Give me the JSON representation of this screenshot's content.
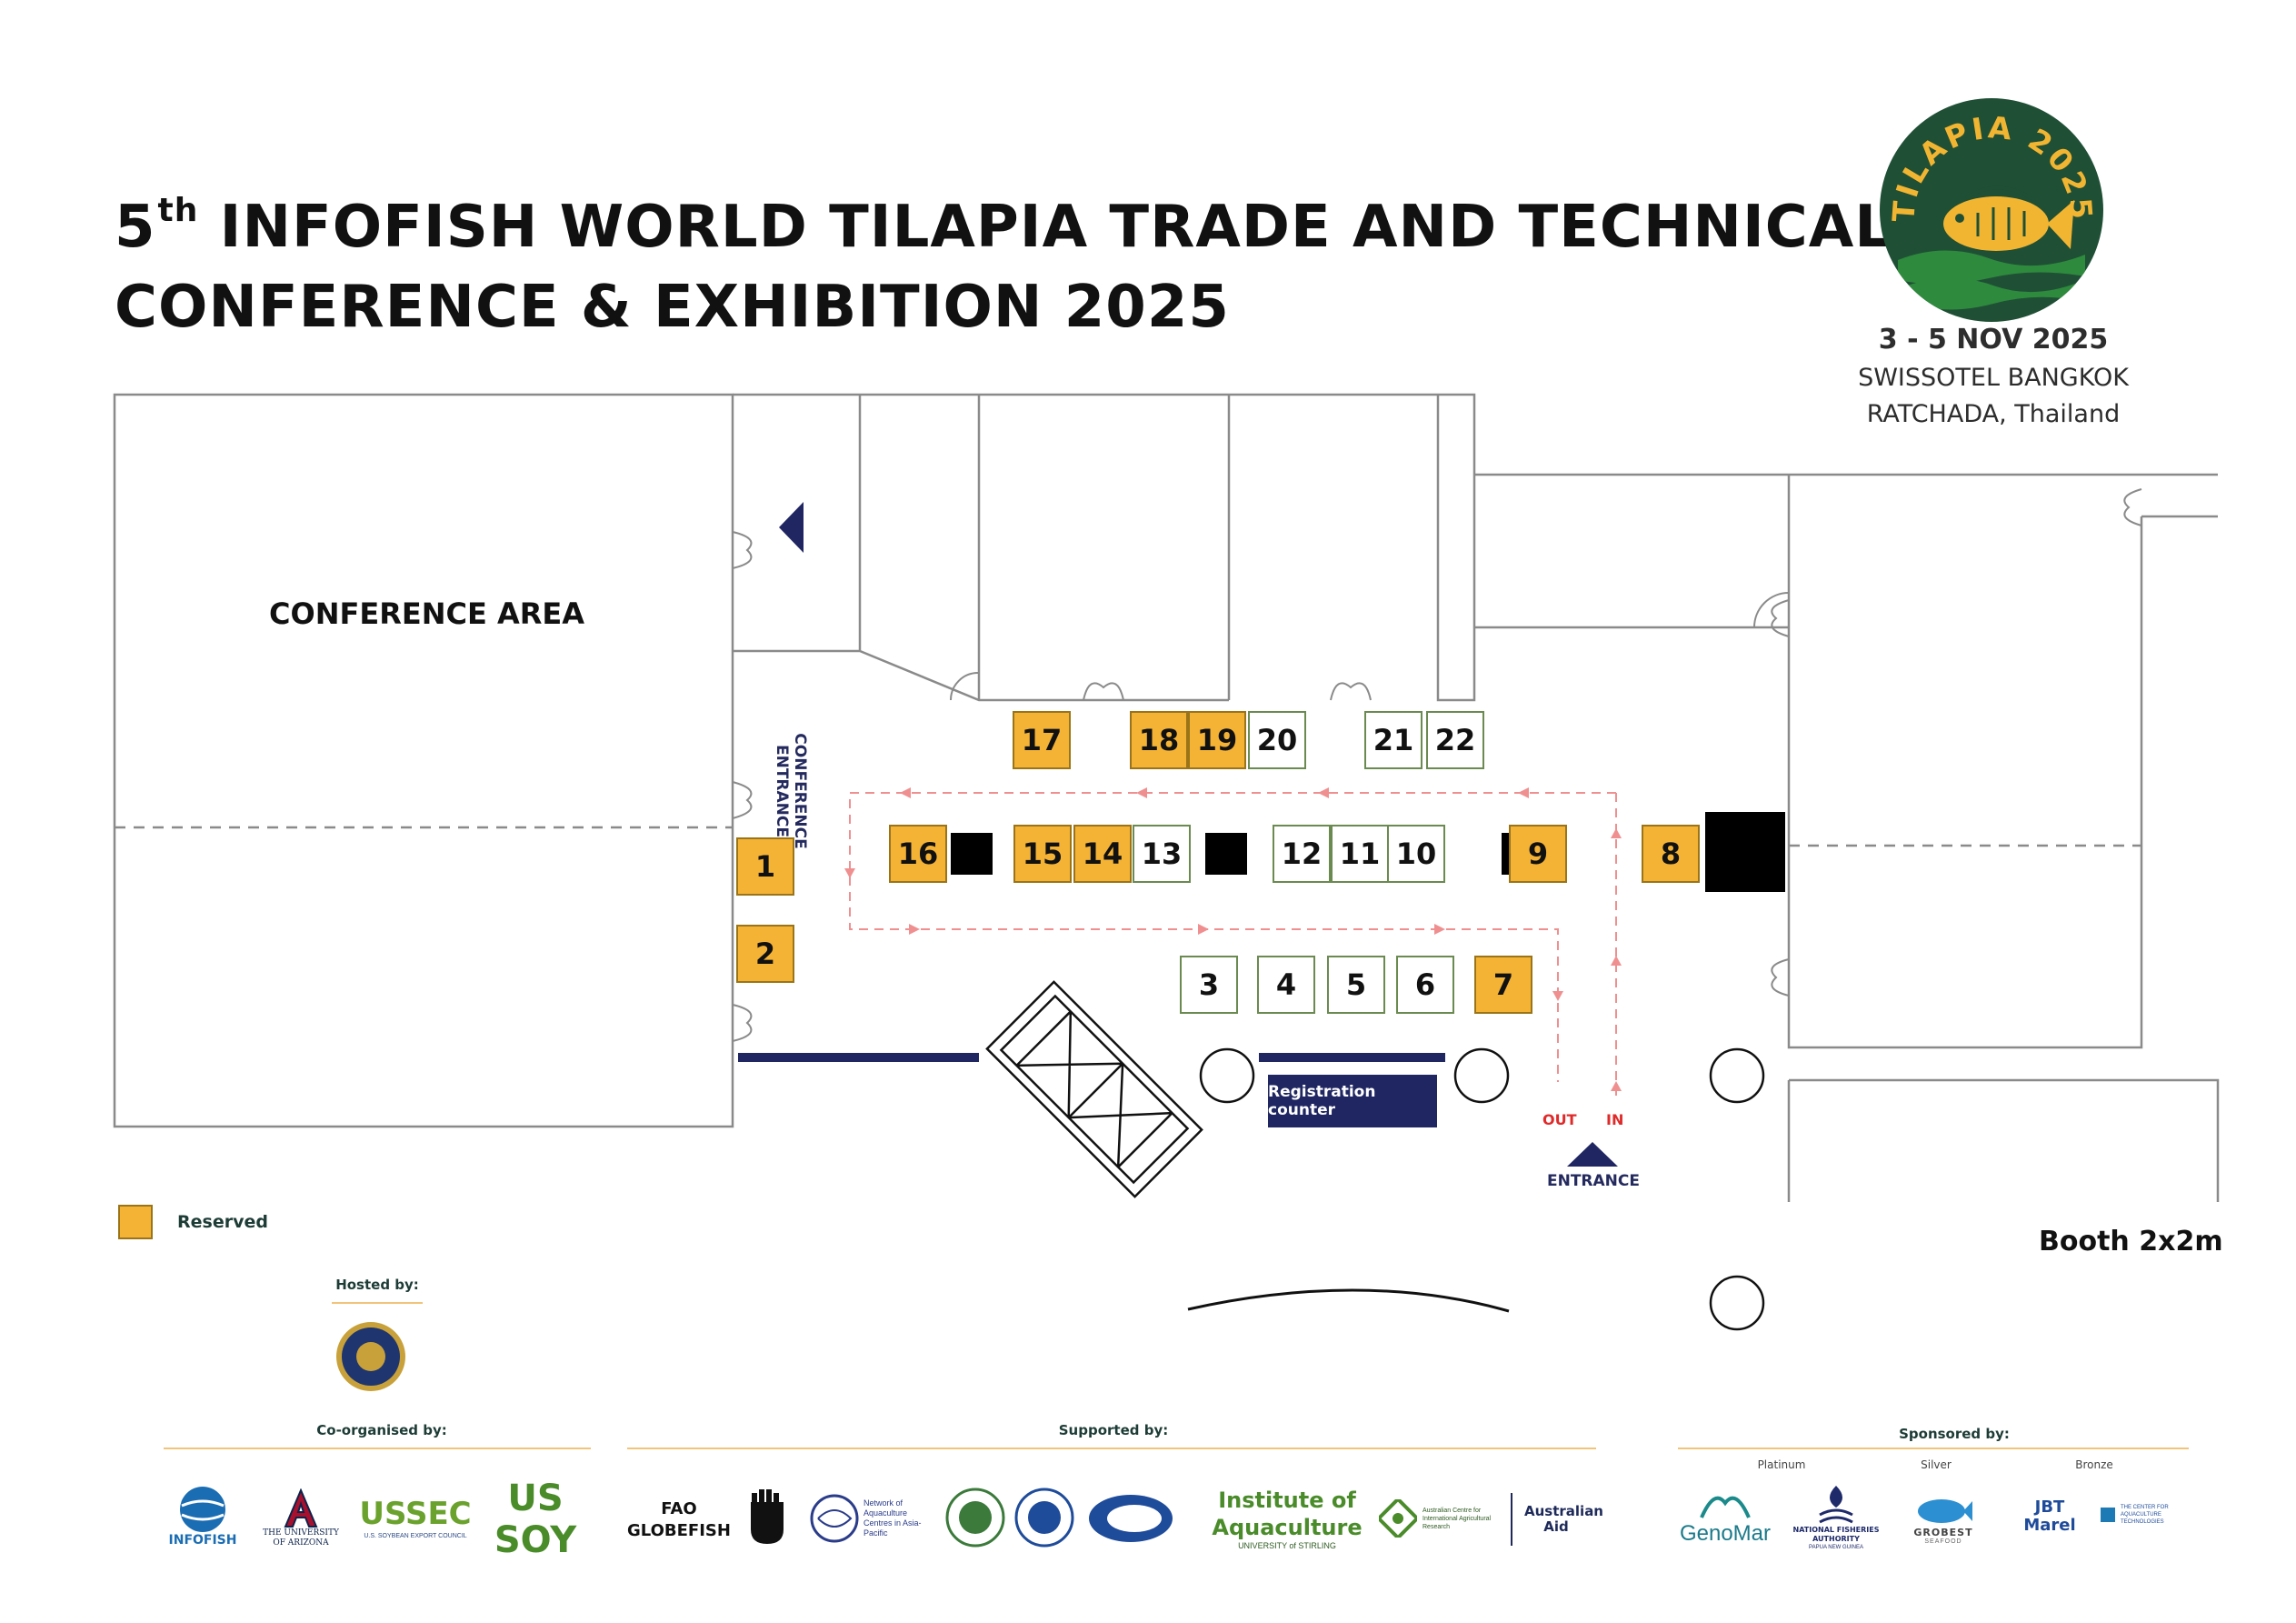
{
  "header": {
    "title_number": "5",
    "title_suffix": "th",
    "title_line1_rest": "INFOFISH WORLD TILAPIA TRADE AND TECHNICAL",
    "title_line2": "CONFERENCE & EXHIBITION 2025"
  },
  "seal": {
    "text": "TILAPIA 2025",
    "colors": {
      "background": "#1f4f35",
      "accent": "#f2b531",
      "wave": "#2e8a3d"
    }
  },
  "event": {
    "dates": "3 - 5 NOV 2025",
    "venue_line1": "SWISSOTEL BANGKOK",
    "venue_line2": "RATCHADA, Thailand"
  },
  "floorplan": {
    "conference_area": "CONFERENCE AREA",
    "conference_entrance": "CONFERENCE ENTRANCE",
    "registration_counter": "Registration counter",
    "flow_out": "OUT",
    "flow_in": "IN",
    "entrance": "ENTRANCE",
    "booth_size": "Booth 2x2m",
    "booths": [
      {
        "number": "1",
        "reserved": true
      },
      {
        "number": "2",
        "reserved": true
      },
      {
        "number": "3",
        "reserved": false
      },
      {
        "number": "4",
        "reserved": false
      },
      {
        "number": "5",
        "reserved": false
      },
      {
        "number": "6",
        "reserved": false
      },
      {
        "number": "7",
        "reserved": true
      },
      {
        "number": "8",
        "reserved": true
      },
      {
        "number": "9",
        "reserved": true
      },
      {
        "number": "10",
        "reserved": false
      },
      {
        "number": "11",
        "reserved": false
      },
      {
        "number": "12",
        "reserved": false
      },
      {
        "number": "13",
        "reserved": false
      },
      {
        "number": "14",
        "reserved": true
      },
      {
        "number": "15",
        "reserved": true
      },
      {
        "number": "16",
        "reserved": true
      },
      {
        "number": "17",
        "reserved": true
      },
      {
        "number": "18",
        "reserved": true
      },
      {
        "number": "19",
        "reserved": true
      },
      {
        "number": "20",
        "reserved": false
      },
      {
        "number": "21",
        "reserved": false
      },
      {
        "number": "22",
        "reserved": false
      }
    ],
    "colors": {
      "reserved": "#f5b335",
      "walls": "#8a8a8a",
      "flow_arrows": "#f08f8f",
      "navy": "#1f2661"
    }
  },
  "legend": {
    "reserved_label": "Reserved"
  },
  "footer": {
    "hosted_by": "Hosted by:",
    "co_organised_by": "Co-organised by:",
    "supported_by": "Supported by:",
    "sponsored_by": "Sponsored by:",
    "co_organisers": [
      "INFOFISH",
      "THE UNIVERSITY OF ARIZONA",
      "USSEC",
      "U.S. SOYBEAN EXPORT COUNCIL",
      "US SOY"
    ],
    "supporters": [
      "FAO",
      "GLOBEFISH",
      "Network of Aquaculture Centres in Asia-Pacific",
      "Institute of Aquaculture",
      "UNIVERSITY of STIRLING",
      "Australian Centre for International Agricultural Research",
      "Australian Aid"
    ],
    "sponsor_tiers": {
      "platinum": "Platinum",
      "silver": "Silver",
      "bronze": "Bronze"
    },
    "sponsors": [
      "GenoMar",
      "NATIONAL FISHERIES AUTHORITY",
      "PAPUA NEW GUINEA",
      "GROBEST",
      "SEAFOOD",
      "JBT Marel",
      "THE CENTER FOR AQUACULTURE TECHNOLOGIES"
    ]
  }
}
